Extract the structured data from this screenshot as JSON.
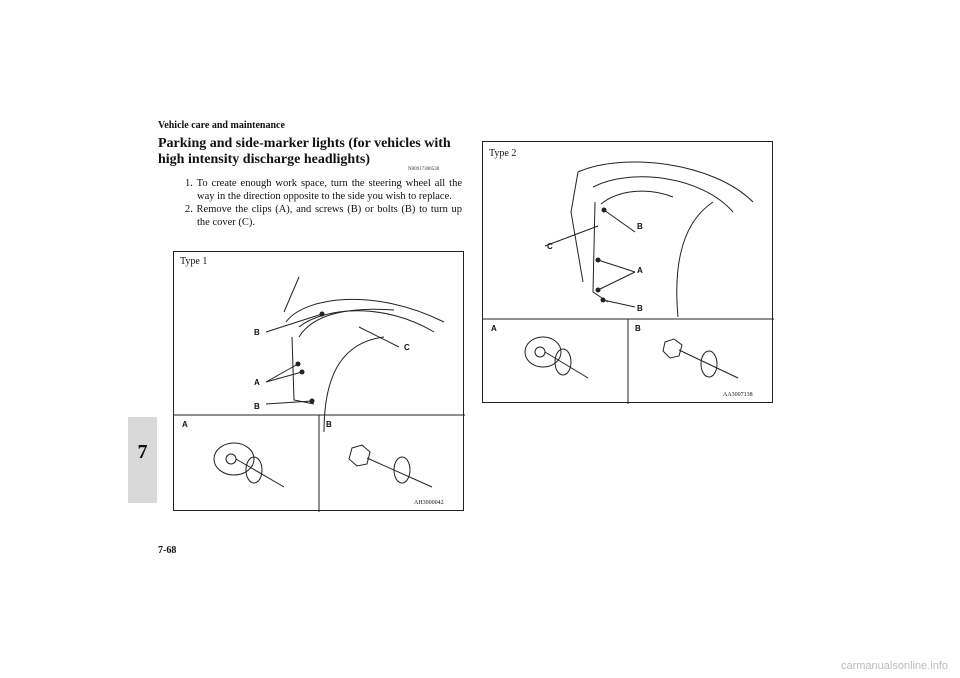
{
  "header": {
    "section_title": "Vehicle care and maintenance"
  },
  "page": {
    "number": "7-68",
    "chapter_tab": "7"
  },
  "article": {
    "title": "Parking and side-marker lights (for vehicles with high intensity discharge headlights)",
    "code": "N00917300538",
    "steps": [
      "1. To create enough work space, turn the steering wheel all the way in the direction opposite to the side you wish to replace.",
      "2. Remove the clips (A), and screws (B) or bolts (B) to turn up the cover (C)."
    ]
  },
  "figure1": {
    "label": "Type 1",
    "code": "AH3000042",
    "callouts": {
      "b_top": "B",
      "c": "C",
      "a": "A",
      "b_bottom": "B"
    },
    "panel_left": "A",
    "panel_right": "B"
  },
  "figure2": {
    "label": "Type 2",
    "code": "AA3007138",
    "callouts": {
      "b_top": "B",
      "c": "C",
      "a": "A",
      "b_bottom": "B"
    },
    "panel_left": "A",
    "panel_right": "B"
  },
  "footer": {
    "watermark": "carmanualsonline.info"
  }
}
